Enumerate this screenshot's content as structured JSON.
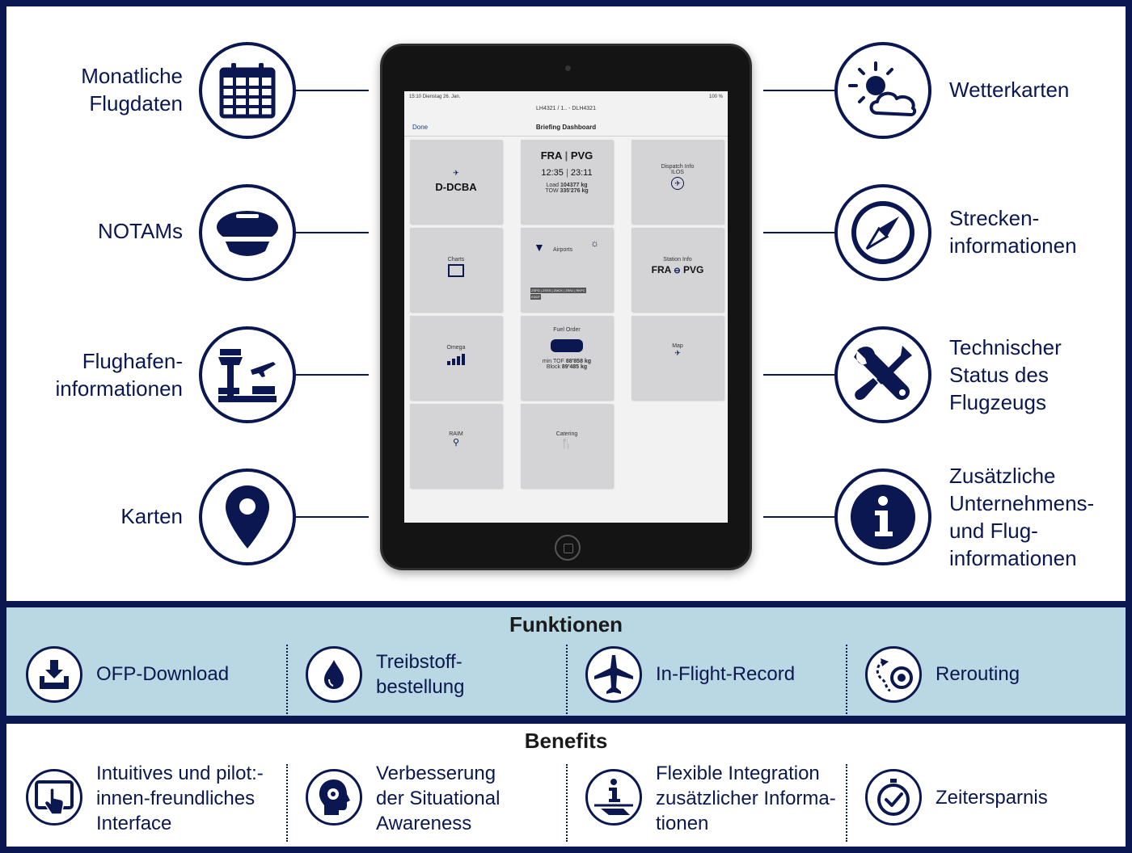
{
  "features_left": [
    {
      "label": "Monatliche\nFlugdaten",
      "icon": "calendar-icon"
    },
    {
      "label": "NOTAMs",
      "icon": "pilot-cap-icon"
    },
    {
      "label": "Flughafen-\ninformationen",
      "icon": "airport-tower-icon"
    },
    {
      "label": "Karten",
      "icon": "map-pin-icon"
    }
  ],
  "features_right": [
    {
      "label": "Wetterkarten",
      "icon": "weather-icon"
    },
    {
      "label": "Strecken-\ninformationen",
      "icon": "compass-icon"
    },
    {
      "label": "Technischer\nStatus des\nFlugzeugs",
      "icon": "tools-icon"
    },
    {
      "label": "Zusätzliche\nUnternehmens-\nund Flug-\ninformationen",
      "icon": "info-icon"
    }
  ],
  "tablet": {
    "status_time": "15:10  Dienstag 26. Jan.",
    "status_battery": "100 %",
    "flight_id": "LH4321 / 1.. - DLH4321",
    "done_label": "Done",
    "title": "Briefing Dashboard",
    "aircraft": "D-DCBA",
    "route_from": "FRA",
    "route_to": "PVG",
    "time_dep": "12:35",
    "time_arr": "23:11",
    "load_label": "Load",
    "load_value": "104377 kg",
    "tow_label": "TOW",
    "tow_value": "335'276 kg",
    "dispatch_label": "Dispatch Info",
    "dispatch_sub": "ILOS",
    "charts_label": "Charts",
    "airports_label": "Airports",
    "airport_codes": "ZSPD | ZSSS | ZMCK | ZSNJ | RKPC",
    "airport_codes2": "EDDF",
    "station_label": "Station Info",
    "station_from": "FRA",
    "station_to": "PVG",
    "omega_label": "Omega",
    "fuel_label": "Fuel Order",
    "min_tof_label": "min TOF",
    "min_tof_value": "88'858 kg",
    "block_label": "Block",
    "block_value": "89'485 kg",
    "map_label": "Map",
    "raim_label": "RAIM",
    "catering_label": "Catering"
  },
  "funktionen": {
    "title": "Funktionen",
    "items": [
      {
        "label": "OFP-Download",
        "icon": "download-tray-icon"
      },
      {
        "label": "Treibstoff-\nbestellung",
        "icon": "fuel-drop-icon"
      },
      {
        "label": "In-Flight-Record",
        "icon": "airplane-icon"
      },
      {
        "label": "Rerouting",
        "icon": "reroute-icon"
      }
    ]
  },
  "benefits": {
    "title": "Benefits",
    "items": [
      {
        "label": "Intuitives und pilot:-\ninnen-freundliches\nInterface",
        "icon": "touch-screen-icon"
      },
      {
        "label": "Verbesserung\nder Situational\nAwareness",
        "icon": "head-gear-icon"
      },
      {
        "label": "Flexible Integration\nzusätzlicher Informa-\ntionen",
        "icon": "info-hand-icon"
      },
      {
        "label": "Zeitersparnis",
        "icon": "clock-check-icon"
      }
    ]
  },
  "colors": {
    "navy": "#0a1750",
    "light_blue": "#b9d8e4",
    "white": "#ffffff"
  }
}
